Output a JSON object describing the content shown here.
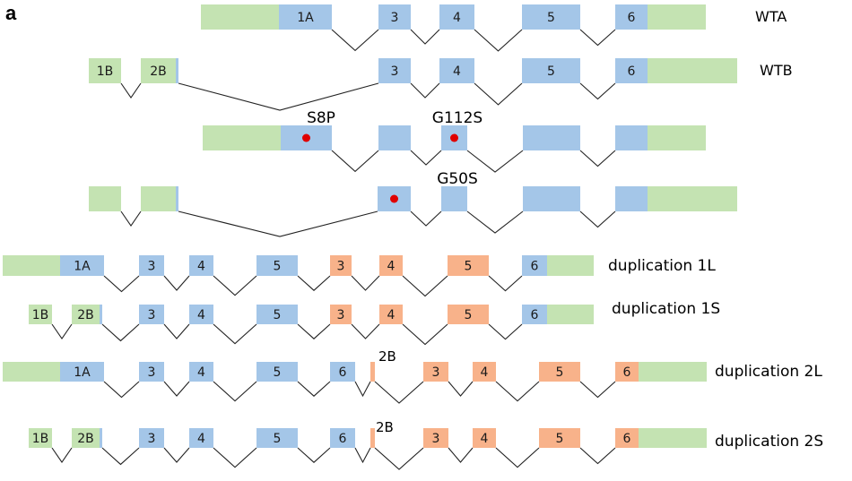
{
  "panel_label": "a",
  "colors": {
    "utr": "#c4e3b2",
    "exon_original": "#a4c6e8",
    "exon_duplicated": "#f8b28a",
    "intron_line": "#222222",
    "mutation_dot": "#e00000"
  },
  "rows": [
    {
      "id": "wta",
      "name": "WTA",
      "exons": [
        {
          "label": "",
          "type": "utr"
        },
        {
          "label": "1A",
          "type": "exon_original"
        },
        {
          "label": "3",
          "type": "exon_original"
        },
        {
          "label": "4",
          "type": "exon_original"
        },
        {
          "label": "5",
          "type": "exon_original"
        },
        {
          "label": "6",
          "type": "exon_original"
        },
        {
          "label": "",
          "type": "utr"
        }
      ]
    },
    {
      "id": "wtb",
      "name": "WTB",
      "exons": [
        {
          "label": "1B",
          "type": "utr"
        },
        {
          "label": "2B",
          "type": "utr"
        },
        {
          "label": "",
          "type": "exon_original"
        },
        {
          "label": "3",
          "type": "exon_original"
        },
        {
          "label": "4",
          "type": "exon_original"
        },
        {
          "label": "5",
          "type": "exon_original"
        },
        {
          "label": "6",
          "type": "exon_original"
        },
        {
          "label": "",
          "type": "utr"
        }
      ]
    },
    {
      "id": "mut-a",
      "name": "",
      "exons": [
        {
          "label": "",
          "type": "utr"
        },
        {
          "label": "",
          "type": "exon_original"
        },
        {
          "label": "",
          "type": "exon_original"
        },
        {
          "label": "",
          "type": "exon_original"
        },
        {
          "label": "",
          "type": "exon_original"
        },
        {
          "label": "",
          "type": "exon_original"
        },
        {
          "label": "",
          "type": "utr"
        }
      ],
      "mutations": [
        {
          "label": "S8P",
          "exon_index": 1
        },
        {
          "label": "G112S",
          "exon_index": 3
        }
      ]
    },
    {
      "id": "mut-b",
      "name": "",
      "exons": [
        {
          "label": "",
          "type": "utr"
        },
        {
          "label": "",
          "type": "utr"
        },
        {
          "label": "",
          "type": "exon_original"
        },
        {
          "label": "",
          "type": "exon_original"
        },
        {
          "label": "",
          "type": "exon_original"
        },
        {
          "label": "",
          "type": "exon_original"
        },
        {
          "label": "",
          "type": "exon_original"
        },
        {
          "label": "",
          "type": "utr"
        }
      ],
      "mutations": [
        {
          "label": "G50S",
          "exon_index": 3
        }
      ]
    },
    {
      "id": "dup-1l",
      "name": "duplication 1L",
      "exons": [
        {
          "label": "",
          "type": "utr"
        },
        {
          "label": "1A",
          "type": "exon_original"
        },
        {
          "label": "3",
          "type": "exon_original"
        },
        {
          "label": "4",
          "type": "exon_original"
        },
        {
          "label": "5",
          "type": "exon_original"
        },
        {
          "label": "3",
          "type": "exon_duplicated"
        },
        {
          "label": "4",
          "type": "exon_duplicated"
        },
        {
          "label": "5",
          "type": "exon_duplicated"
        },
        {
          "label": "6",
          "type": "exon_original"
        },
        {
          "label": "",
          "type": "utr"
        }
      ]
    },
    {
      "id": "dup-1s",
      "name": "duplication 1S",
      "exons": [
        {
          "label": "1B",
          "type": "utr"
        },
        {
          "label": "2B",
          "type": "utr"
        },
        {
          "label": "",
          "type": "exon_original"
        },
        {
          "label": "3",
          "type": "exon_original"
        },
        {
          "label": "4",
          "type": "exon_original"
        },
        {
          "label": "5",
          "type": "exon_original"
        },
        {
          "label": "3",
          "type": "exon_duplicated"
        },
        {
          "label": "4",
          "type": "exon_duplicated"
        },
        {
          "label": "5",
          "type": "exon_duplicated"
        },
        {
          "label": "6",
          "type": "exon_original"
        },
        {
          "label": "",
          "type": "utr"
        }
      ]
    },
    {
      "id": "dup-2l",
      "name": "duplication 2L",
      "exons": [
        {
          "label": "",
          "type": "utr"
        },
        {
          "label": "1A",
          "type": "exon_original"
        },
        {
          "label": "3",
          "type": "exon_original"
        },
        {
          "label": "4",
          "type": "exon_original"
        },
        {
          "label": "5",
          "type": "exon_original"
        },
        {
          "label": "6",
          "type": "exon_original"
        },
        {
          "label": "",
          "type": "exon_duplicated"
        },
        {
          "label": "3",
          "type": "exon_duplicated"
        },
        {
          "label": "4",
          "type": "exon_duplicated"
        },
        {
          "label": "5",
          "type": "exon_duplicated"
        },
        {
          "label": "6",
          "type": "exon_duplicated"
        },
        {
          "label": "",
          "type": "utr"
        }
      ],
      "callouts": [
        {
          "label": "2B",
          "exon_index": 6
        }
      ]
    },
    {
      "id": "dup-2s",
      "name": "duplication 2S",
      "exons": [
        {
          "label": "1B",
          "type": "utr"
        },
        {
          "label": "2B",
          "type": "utr"
        },
        {
          "label": "",
          "type": "exon_original"
        },
        {
          "label": "3",
          "type": "exon_original"
        },
        {
          "label": "4",
          "type": "exon_original"
        },
        {
          "label": "5",
          "type": "exon_original"
        },
        {
          "label": "6",
          "type": "exon_original"
        },
        {
          "label": "",
          "type": "exon_duplicated"
        },
        {
          "label": "3",
          "type": "exon_duplicated"
        },
        {
          "label": "4",
          "type": "exon_duplicated"
        },
        {
          "label": "5",
          "type": "exon_duplicated"
        },
        {
          "label": "6",
          "type": "exon_duplicated"
        },
        {
          "label": "",
          "type": "utr"
        }
      ],
      "callouts": [
        {
          "label": "2B",
          "exon_index": 7
        }
      ]
    }
  ]
}
